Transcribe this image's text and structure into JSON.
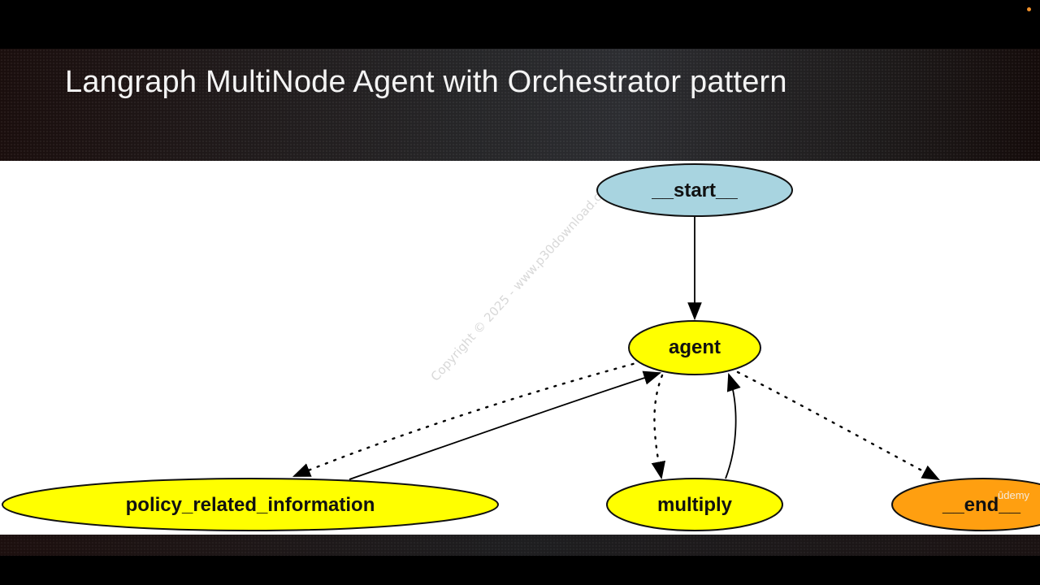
{
  "slide": {
    "title": "Langraph MultiNode Agent with Orchestrator pattern"
  },
  "graph": {
    "nodes": [
      {
        "id": "start",
        "label": "__start__",
        "fill": "#a8d4e0",
        "role": "entry"
      },
      {
        "id": "agent",
        "label": "agent",
        "fill": "#ffff00",
        "role": "orchestrator"
      },
      {
        "id": "policy",
        "label": "policy_related_information",
        "fill": "#ffff00",
        "role": "tool-node"
      },
      {
        "id": "multiply",
        "label": "multiply",
        "fill": "#ffff00",
        "role": "tool-node"
      },
      {
        "id": "end",
        "label": "__end__",
        "fill": "#ff9f10",
        "role": "exit"
      }
    ],
    "edges": [
      {
        "from": "start",
        "to": "agent",
        "style": "solid"
      },
      {
        "from": "agent",
        "to": "policy",
        "style": "dotted",
        "conditional": true
      },
      {
        "from": "policy",
        "to": "agent",
        "style": "solid"
      },
      {
        "from": "agent",
        "to": "multiply",
        "style": "dotted",
        "conditional": true
      },
      {
        "from": "multiply",
        "to": "agent",
        "style": "solid"
      },
      {
        "from": "agent",
        "to": "end",
        "style": "dotted",
        "conditional": true
      }
    ]
  },
  "overlays": {
    "watermark": "Copyright © 2025 - www.p30download.com",
    "brand": "ûdemy"
  },
  "icons": {
    "cursor": "mouse-pointer-icon",
    "recording": "recording-dot-icon"
  }
}
